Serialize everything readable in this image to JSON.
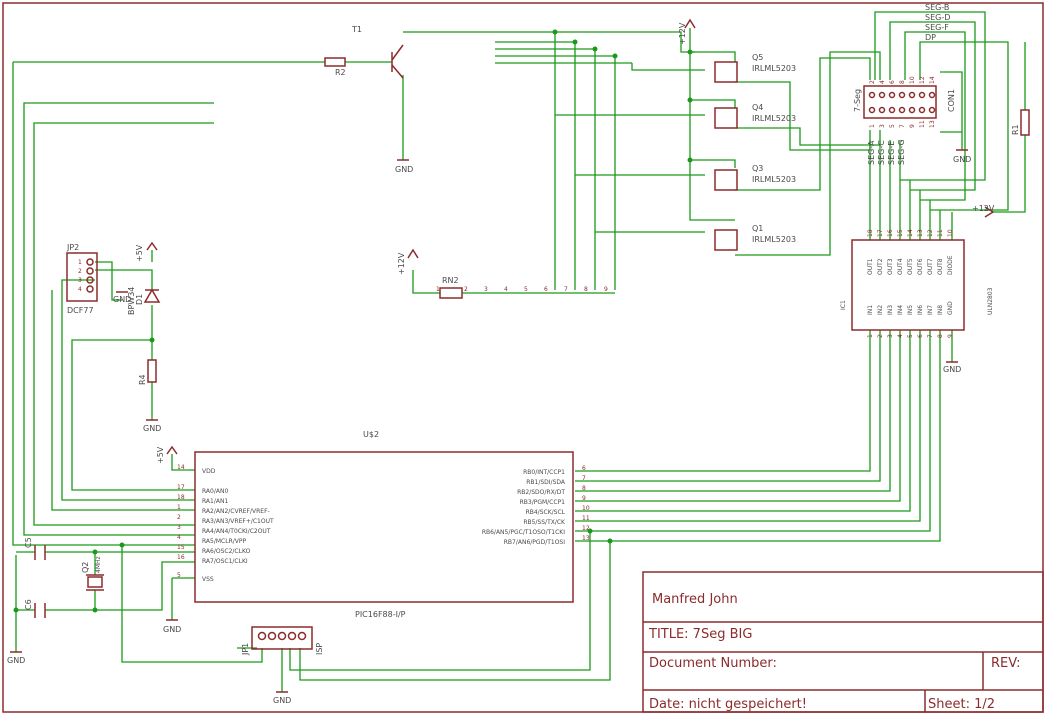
{
  "components": {
    "t1": "T1",
    "r2": "R2",
    "rn2": "RN2",
    "r1": "R1",
    "r4": "R4",
    "q5": "Q5",
    "q4": "Q4",
    "q3": "Q3",
    "q1": "Q1",
    "mosfet": "IRLML5203",
    "con1": "CON1",
    "sevenseg": "7-Seg",
    "ic1": "IC1",
    "uln": "ULN2803",
    "jp2": "JP2",
    "dcf": "DCF77",
    "d1": "D1",
    "bpw": "BPW34",
    "u2": "U$2",
    "pic": "PIC16F88-I/P",
    "q2": "Q2",
    "xtal": "4MHz",
    "c5": "C5",
    "c6": "C6",
    "jp1": "JP1",
    "isp": "ISP",
    "gnd": "GND",
    "p12v": "+12V",
    "p5v": "+5V"
  },
  "seg_labels": [
    "SEG-B",
    "SEG-D",
    "SEG-F",
    "DP"
  ],
  "seg_bottom_labels": [
    "SEG-A",
    "SEG-C",
    "SEG-E",
    "SEG-G"
  ],
  "pic_left_pins": [
    {
      "num": "14",
      "name": "VDD"
    },
    {
      "num": "17",
      "name": "RA0/AN0"
    },
    {
      "num": "18",
      "name": "RA1/AN1"
    },
    {
      "num": "1",
      "name": "RA2/AN2/CVREF/VREF-"
    },
    {
      "num": "2",
      "name": "RA3/AN3/VREF+/C1OUT"
    },
    {
      "num": "3",
      "name": "RA4/AN4/T0CKI/C2OUT"
    },
    {
      "num": "4",
      "name": "RA5/MCLR/VPP"
    },
    {
      "num": "15",
      "name": "RA6/OSC2/CLKO"
    },
    {
      "num": "16",
      "name": "RA7/OSC1/CLKI"
    },
    {
      "num": "5",
      "name": "VSS"
    }
  ],
  "pic_right_pins": [
    {
      "num": "6",
      "name": "RB0/INT/CCP1"
    },
    {
      "num": "7",
      "name": "RB1/SDI/SDA"
    },
    {
      "num": "8",
      "name": "RB2/SDO/RX/DT"
    },
    {
      "num": "9",
      "name": "RB3/PGM/CCP1"
    },
    {
      "num": "10",
      "name": "RB4/SCK/SCL"
    },
    {
      "num": "11",
      "name": "RB5/SS/TX/CK"
    },
    {
      "num": "12",
      "name": "RB6/AN5/PGC/T1OSO/T1CKI"
    },
    {
      "num": "13",
      "name": "RB7/AN6/PGD/T1OSI"
    }
  ],
  "uln_top": [
    "OUT1",
    "OUT2",
    "OUT3",
    "OUT4",
    "OUT5",
    "OUT6",
    "OUT7",
    "OUT8",
    "DIODE"
  ],
  "uln_top_nums": [
    "18",
    "17",
    "16",
    "15",
    "14",
    "13",
    "12",
    "11",
    "10"
  ],
  "uln_bottom": [
    "IN1",
    "IN2",
    "IN3",
    "IN4",
    "IN5",
    "IN6",
    "IN7",
    "IN8",
    "GND"
  ],
  "uln_bottom_nums": [
    "1",
    "2",
    "3",
    "4",
    "5",
    "6",
    "7",
    "8",
    "9"
  ],
  "rn2_pins": [
    "1",
    "2",
    "3",
    "4",
    "5",
    "6",
    "7",
    "8",
    "9"
  ],
  "con_top_nums": [
    "2",
    "4",
    "6",
    "8",
    "10",
    "12",
    "14"
  ],
  "con_bottom_nums": [
    "1",
    "3",
    "5",
    "7",
    "9",
    "11",
    "13"
  ],
  "jp2_nums": [
    "1",
    "2",
    "3",
    "4"
  ],
  "title_block": {
    "author": "Manfred John",
    "title": "TITLE:  7Seg BIG",
    "docnum": "Document Number:",
    "rev": "REV:",
    "date": "Date: nicht gespeichert!",
    "sheet": "Sheet: 1/2"
  }
}
